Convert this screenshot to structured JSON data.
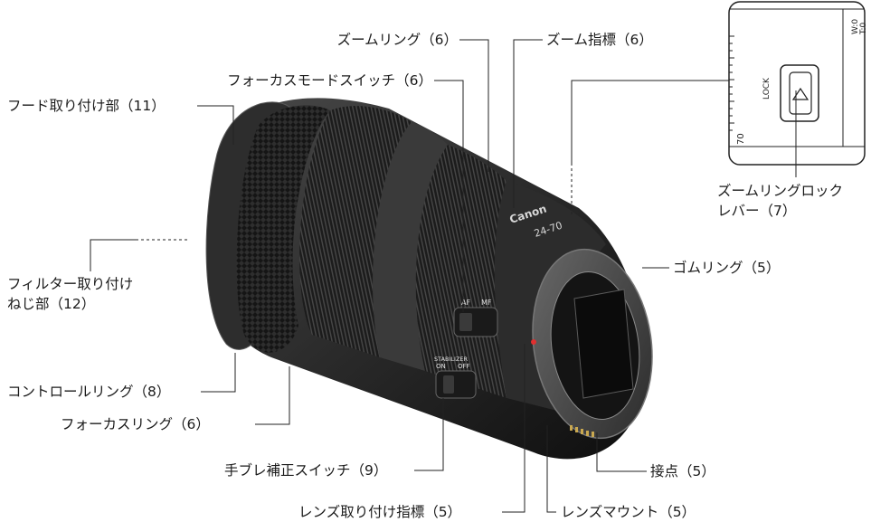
{
  "labels": {
    "zoom_ring": "ズームリング（6）",
    "zoom_index": "ズーム指標（6）",
    "focus_mode_switch": "フォーカスモードスイッチ（6）",
    "hood_mount": "フード取り付け部（11）",
    "filter_thread_1": "フィルター取り付け",
    "filter_thread_2": "ねじ部（12）",
    "control_ring": "コントロールリング（8）",
    "focus_ring": "フォーカスリング（6）",
    "stabilizer_switch": "手ブレ補正スイッチ（9）",
    "mount_index": "レンズ取り付け指標（5）",
    "lens_mount": "レンズマウント（5）",
    "contacts": "接点（5）",
    "rubber_ring": "ゴムリング（5）",
    "zoom_lock_1": "ズームリングロック",
    "zoom_lock_2": "レバー（7）"
  },
  "lens_markings": {
    "brand": "Canon",
    "model": "24-70",
    "af": "AF",
    "mf": "MF",
    "stabilizer": "STABILIZER",
    "on": "ON",
    "off": "OFF",
    "lock": "LOCK",
    "inset_70": "70",
    "inset_w": "W:0",
    "inset_t": "T:0"
  }
}
